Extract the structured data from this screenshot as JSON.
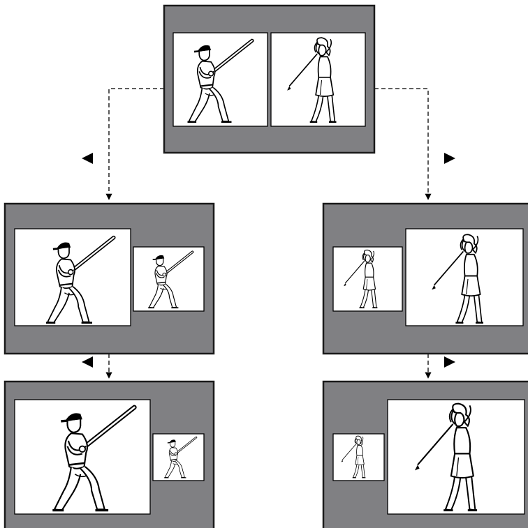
{
  "diagram": {
    "description_text": "",
    "colors": {
      "screen_bg": "#808083",
      "screen_border": "#1a1a1a",
      "panel_bg": "#ffffff",
      "line": "#000000"
    },
    "figures": {
      "left": "baseball-batter",
      "right": "golfer"
    },
    "screens": [
      {
        "id": "top",
        "layout": "split-equal"
      },
      {
        "id": "mid-left",
        "layout": "left-large"
      },
      {
        "id": "mid-right",
        "layout": "right-large"
      },
      {
        "id": "bottom-left",
        "layout": "left-larger"
      },
      {
        "id": "bottom-right",
        "layout": "right-larger"
      }
    ],
    "arrows": [
      {
        "id": "arrow-left-upper",
        "direction": "left"
      },
      {
        "id": "arrow-right-upper",
        "direction": "right"
      },
      {
        "id": "arrow-left-lower",
        "direction": "left"
      },
      {
        "id": "arrow-right-lower",
        "direction": "right"
      }
    ]
  }
}
